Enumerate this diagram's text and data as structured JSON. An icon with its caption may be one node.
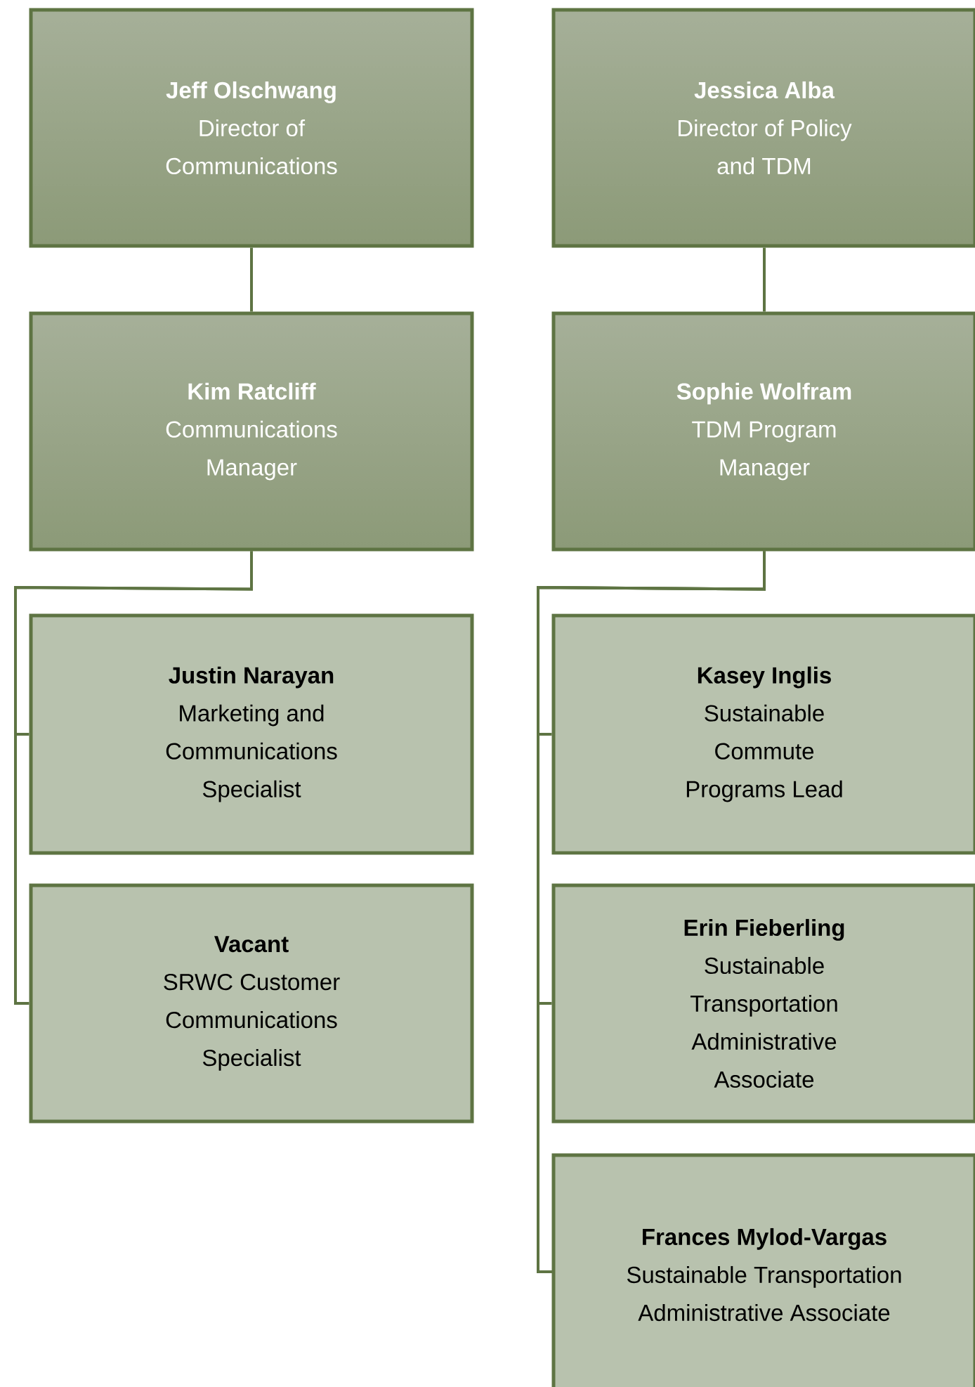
{
  "diagram": {
    "nodes": [
      {
        "text": [
          "Jeff Olschwang",
          "Director of Communications"
        ]
      },
      {
        "text": [
          "Jessica Alba",
          "Director of Policy and TDM"
        ]
      },
      {
        "text": [
          "Kim Ratcliff",
          "Communications Manager"
        ]
      },
      {
        "text": [
          "Sophie Wolfram",
          "TDM Program Manager"
        ]
      },
      {
        "text": [
          "Justin Narayan",
          "Marketing and Communications Specialist"
        ]
      },
      {
        "text": [
          "Kasey Inglis",
          "Sustainable Commute Programs Lead"
        ]
      },
      {
        "text": [
          "Vacant",
          "SRWC Customer Communications Specialist"
        ]
      },
      {
        "text": [
          "Erin Fieberling",
          "Sustainable Transportation Administrative Associate"
        ]
      },
      {
        "text": [
          "Frances Mylod-Vargas",
          "Sustainable Transportation Administrative Associate"
        ]
      }
    ],
    "edges": [
      {
        "from": 0,
        "to": 2,
        "arrow": "none"
      },
      {
        "from": 1,
        "to": 3,
        "arrow": "none"
      },
      {
        "from": 2,
        "to": 4,
        "arrow": "none"
      },
      {
        "from": 2,
        "to": 6,
        "arrow": "none"
      },
      {
        "from": 3,
        "to": 5,
        "arrow": "none"
      },
      {
        "from": 3,
        "to": 7,
        "arrow": "none"
      },
      {
        "from": 3,
        "to": 8,
        "arrow": "none"
      }
    ]
  }
}
